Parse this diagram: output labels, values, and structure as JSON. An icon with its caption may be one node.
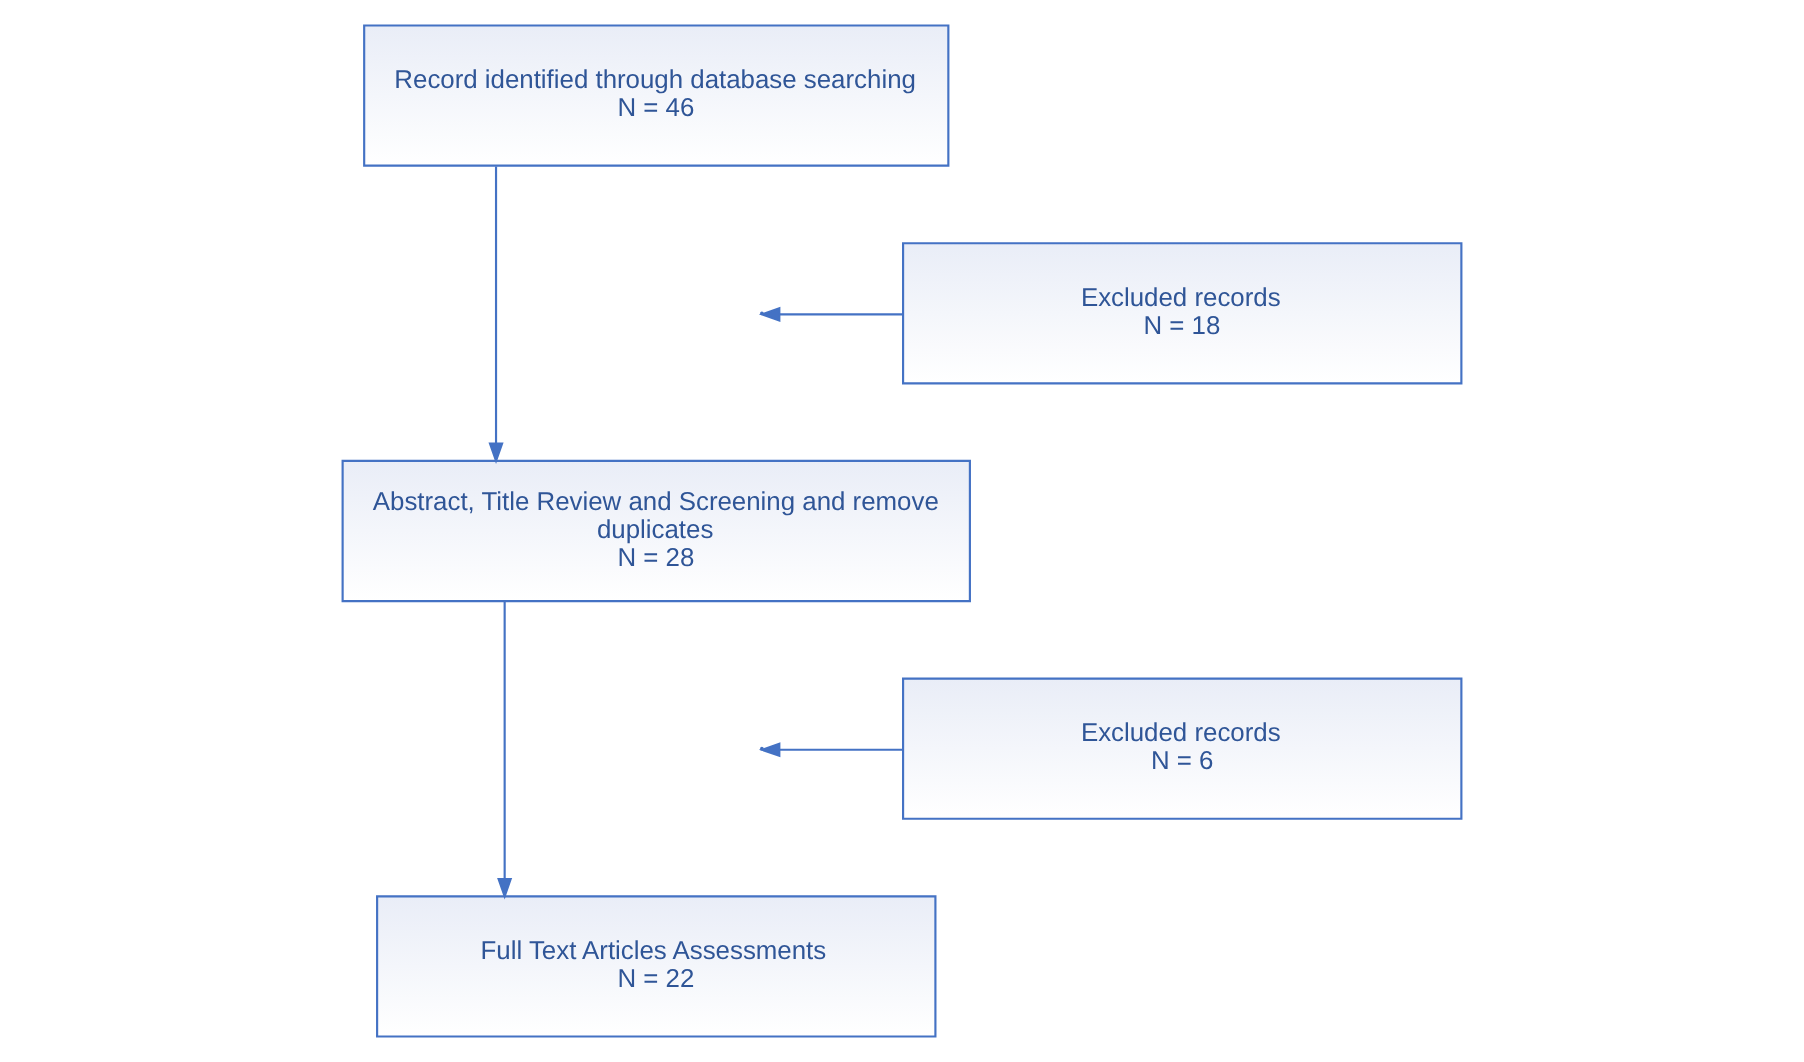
{
  "diagram": {
    "nodes": [
      {
        "text": [
          "Record identified through database searching",
          "N = 46"
        ]
      },
      {
        "text": [
          "Excluded records",
          "N = 18"
        ]
      },
      {
        "text": [
          "Abstract, Title Review and Screening and remove duplicates",
          "N = 28"
        ]
      },
      {
        "text": [
          "Excluded records",
          "N = 6"
        ]
      },
      {
        "text": [
          "Full Text Articles Assessments",
          "N = 22"
        ]
      }
    ],
    "edges": [
      {
        "from": 0,
        "to": 2,
        "arrow": "to"
      },
      {
        "from": 1,
        "to": null,
        "arrow": "to"
      },
      {
        "from": 2,
        "to": 4,
        "arrow": "to"
      },
      {
        "from": 3,
        "to": null,
        "arrow": "to"
      }
    ]
  }
}
